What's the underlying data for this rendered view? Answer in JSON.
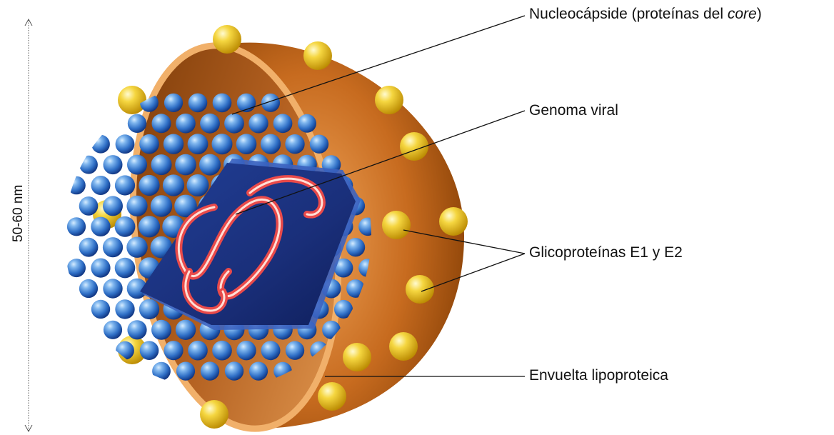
{
  "diagram": {
    "scale": {
      "label": "50-60 nm"
    },
    "labels": {
      "nucleocapsid_main": "Nucleocápside (proteínas del ",
      "nucleocapsid_italic": "core",
      "nucleocapsid_end": ")",
      "genome": "Genoma viral",
      "glycoproteins": "Glicoproteínas E1 y E2",
      "envelope": "Envuelta lipoproteica"
    }
  }
}
